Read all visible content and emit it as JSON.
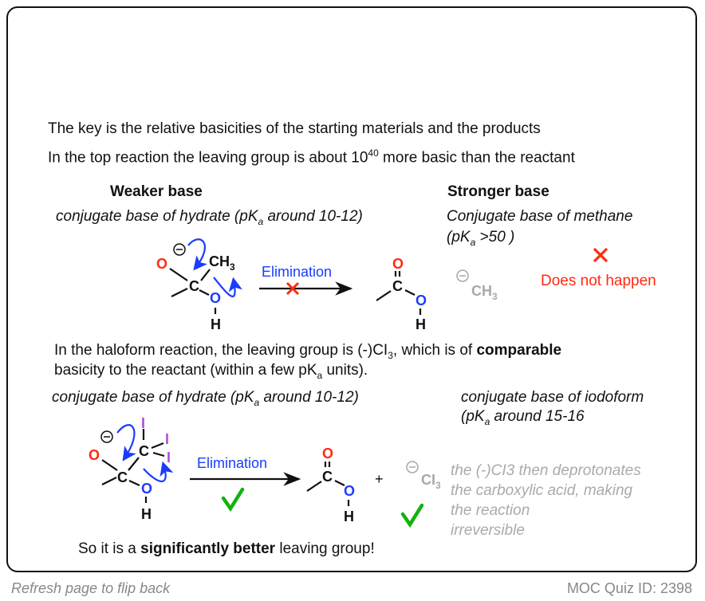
{
  "intro": {
    "line1": "The key is the relative basicities of the starting materials and the products",
    "line2_pre": "In the top reaction the leaving group is about 10",
    "line2_sup": "40",
    "line2_post": " more basic than the reactant"
  },
  "top": {
    "weaker_heading": "Weaker base",
    "weaker_desc_pre": "conjugate base of hydrate (pK",
    "weaker_desc_sub": "a",
    "weaker_desc_post": " around 10-12)",
    "stronger_heading": "Stronger base",
    "stronger_desc1": "Conjugate base of methane",
    "stronger_desc2_pre": "(pK",
    "stronger_desc2_sub": "a",
    "stronger_desc2_post": " >50 )",
    "arrow_label": "Elimination",
    "not_happen": "Does not happen",
    "leaving_group": "CH",
    "leaving_group_sub": "3"
  },
  "middle": {
    "line1_pre": "In the haloform reaction, the leaving group is (-)CI",
    "line1_sub": "3",
    "line1_mid": ", which is of ",
    "line1_bold": "comparable",
    "line2_pre": "basicity to the reactant (within a few pK",
    "line2_sub": "a",
    "line2_post": " units)."
  },
  "bottom": {
    "hydrate_pre": "conjugate base of hydrate (pK",
    "hydrate_sub": "a",
    "hydrate_post": " around 10-12)",
    "iodoform1": "conjugate base of iodoform",
    "iodoform2_pre": "(pK",
    "iodoform2_sub": "a",
    "iodoform2_post": " around 15-16",
    "arrow_label": "Elimination",
    "plus": "+",
    "leaving_group": "CI",
    "leaving_group_sub": "3",
    "note": [
      "the (-)CI3 then deprotonates",
      "the carboxylic acid, making",
      "the reaction",
      "irreversible"
    ],
    "conclusion_pre": "So it is a ",
    "conclusion_bold": "significantly better",
    "conclusion_post": " leaving group!"
  },
  "atoms": {
    "O": "O",
    "C": "C",
    "H": "H",
    "I": "I",
    "CH": "CH",
    "three": "3",
    "minus": "−"
  },
  "footer": {
    "left": "Refresh page to flip back",
    "right": "MOC Quiz ID: 2398"
  },
  "colors": {
    "red": "#ff2a10",
    "blue": "#1a3cff",
    "purple": "#b04ed6",
    "green": "#13b20f",
    "gray": "#a8a8a8"
  }
}
